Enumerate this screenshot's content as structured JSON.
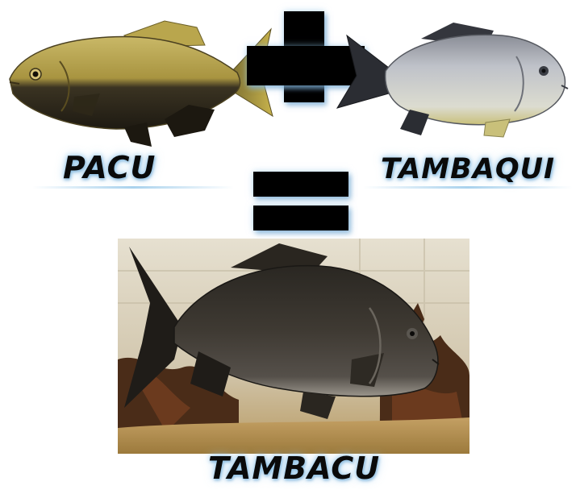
{
  "labels": {
    "left_fish": "PACU",
    "right_fish": "TAMBAQUI",
    "result_fish": "TAMBACU"
  },
  "symbols": {
    "operator_1": "plus",
    "operator_2": "equals"
  },
  "colors": {
    "label_text": "#0a0a0a",
    "glow": "#96c8eb",
    "pacu_back": "#b5a04a",
    "pacu_belly": "#2a2418",
    "tambaqui_body": "#c5c8ce",
    "tambaqui_fins": "#2b2d33",
    "tambacu_body": "#3a3630",
    "aquarium_bg": "#d8d2c2",
    "aquarium_gravel": "#b08a4a"
  }
}
